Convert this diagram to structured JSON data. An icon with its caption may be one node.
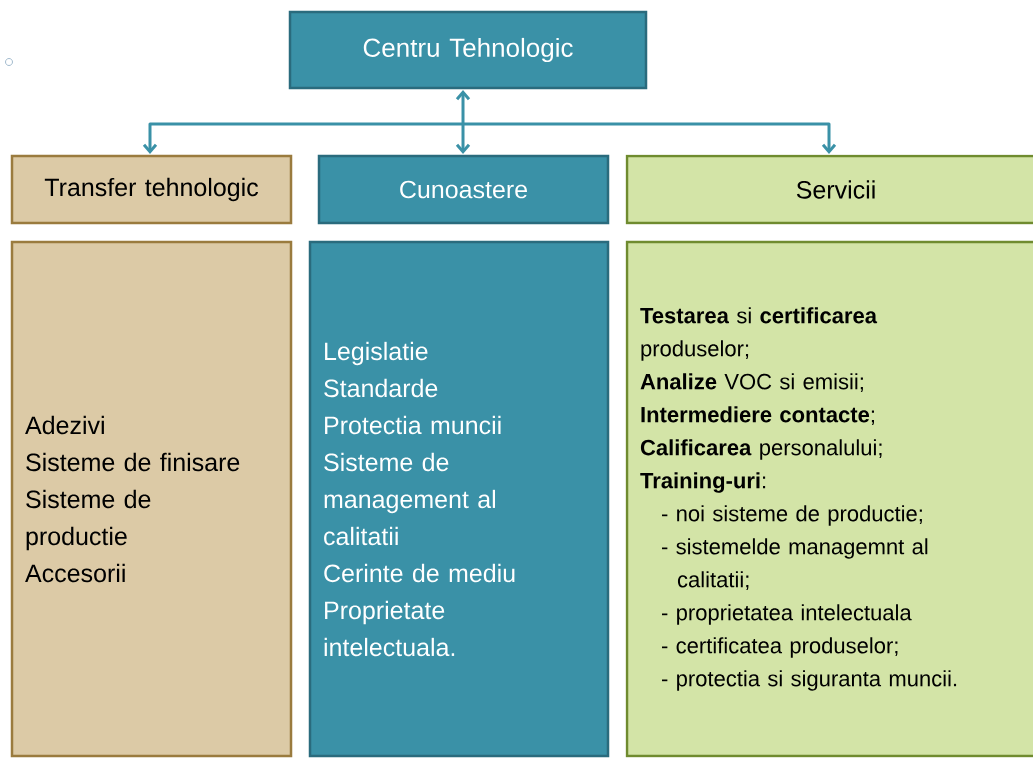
{
  "diagram": {
    "nodes": [
      {
        "text": [
          "Centru Tehnologic"
        ]
      },
      {
        "text": [
          "Transfer tehnologic"
        ]
      },
      {
        "text": [
          "Cunoastere"
        ]
      },
      {
        "text": [
          "Servicii"
        ]
      },
      {
        "text": [
          "Adezivi",
          "Sisteme de finisare",
          "Sisteme de productie",
          "Accesorii"
        ]
      },
      {
        "text": [
          "Legislatie",
          "Standarde",
          "Protectia muncii",
          "Sisteme de management al calitatii",
          "Cerinte de mediu",
          "Proprietate intelectuala."
        ]
      },
      {
        "text": [
          "**Testarea** si **certificarea** produselor;",
          "**Analize** VOC si emisii;",
          "**Intermediere contacte**;",
          "**Calificarea** personalului;",
          "**Training-uri**:",
          "- noi sisteme de productie;",
          "- sistemelde managemnt al calitatii;",
          "- proprietatea intelectuala",
          "- certificatea produselor;",
          "- protectia si siguranta muncii."
        ]
      }
    ],
    "edges": [
      {
        "from": 0,
        "to": 1,
        "arrow": "both"
      },
      {
        "from": 0,
        "to": 2,
        "arrow": "both"
      },
      {
        "from": 0,
        "to": 3,
        "arrow": "both"
      }
    ]
  }
}
